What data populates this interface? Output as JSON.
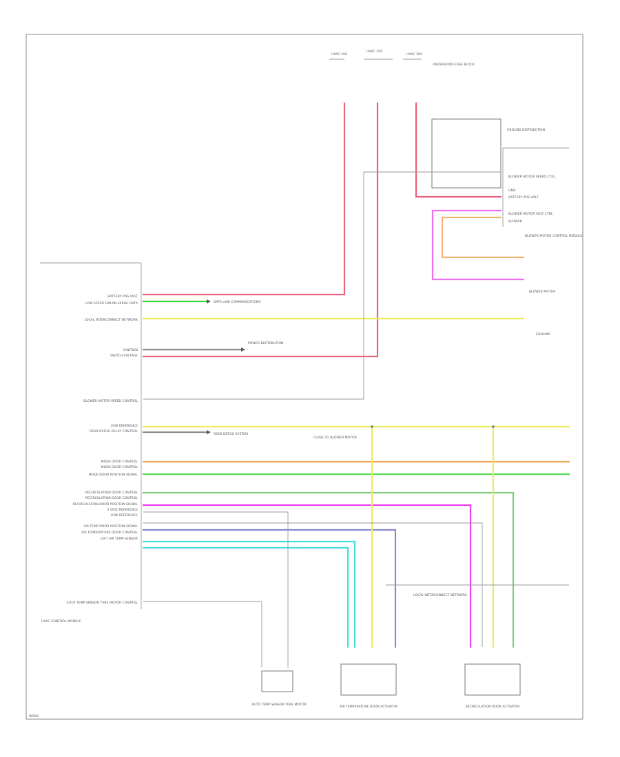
{
  "diagram": {
    "module_left": {
      "name": "HVAC CONTROL MODULE",
      "signals": [
        "BATTERY POS VOLT",
        "LOW SPEED GMLAN SERIAL DATA",
        "LOCAL INTERCONNECT NETWORK",
        "IGNITION",
        "SWITCH VOLTAGE",
        "BLOWER MOTOR SPEED CONTROL",
        "LOW REFERENCE",
        "REAR DEFOG RELAY CONTROL",
        "MODE DOOR CONTROL",
        "MODE DOOR CONTROL",
        "MODE DOOR POSITION SIGNAL",
        "RECIRCULATION DOOR CONTROL",
        "RECIRCULATION DOOR CONTROL",
        "RECIRCULATION DOOR POSITION SIGNAL",
        "5 VOLT REFERENCE",
        "LOW REFERENCE",
        "AIR TEMP DOOR POSITION SIGNAL",
        "AIR TEMPERATURE DOOR CONTROL",
        "LEFT AIR TEMP SENSOR",
        "AUTO TEMP SENSOR TUBE MOTOR CONTROL"
      ]
    },
    "module_right": {
      "signals": [
        "BLOWER MOTOR SPEED CTRL",
        "GND",
        "BATTERY POS VOLT",
        "BLOWER MOTOR VOLT CTRL",
        "BLOWER"
      ]
    },
    "fuses": [
      "HVAC 10A",
      "HVAC 15A",
      "HVAC 30A"
    ],
    "fuse_block_label": "UNDERHOOD FUSE BLOCK",
    "notes": {
      "ground_distribution": "GROUND DISTRIBUTION",
      "power_distribution": "POWER DISTRIBUTION",
      "data_link": "DATA LINK COMMUNICATIONS",
      "rear_defog": "REAR DEFOG SYSTEM",
      "splice_1": "CLOSE TO BLOWER MOTOR",
      "splice_2": "LOCAL INTERCONNECT NETWORK",
      "blower_relay": "BLOWER MOTOR CONTROL MODULE",
      "blower_motor": "BLOWER MOTOR",
      "ground": "GROUND"
    },
    "components_bottom": [
      "AUTO TEMP SENSOR TUBE MOTOR",
      "AIR TEMPERATURE DOOR ACTUATOR",
      "RECIRCULATION DOOR ACTUATOR"
    ],
    "wire_colors": {
      "battery_feed": "#e8607a",
      "gmlan": "#3bd63b",
      "lin": "#ecec5a",
      "ignition": "#e8607a",
      "low_reference": "#8a8a8a",
      "mode_control_1": "#f0a85a",
      "mode_position": "#5adc5a",
      "recirc_control": "#80cc80",
      "recirc_position": "#f03cf0",
      "reference_5v": "#8888cc",
      "air_temp_position": "#44dddd",
      "blower_volt": "#f06ef0",
      "blower_orange": "#f0b46e"
    },
    "footer_code": "WGN1"
  }
}
